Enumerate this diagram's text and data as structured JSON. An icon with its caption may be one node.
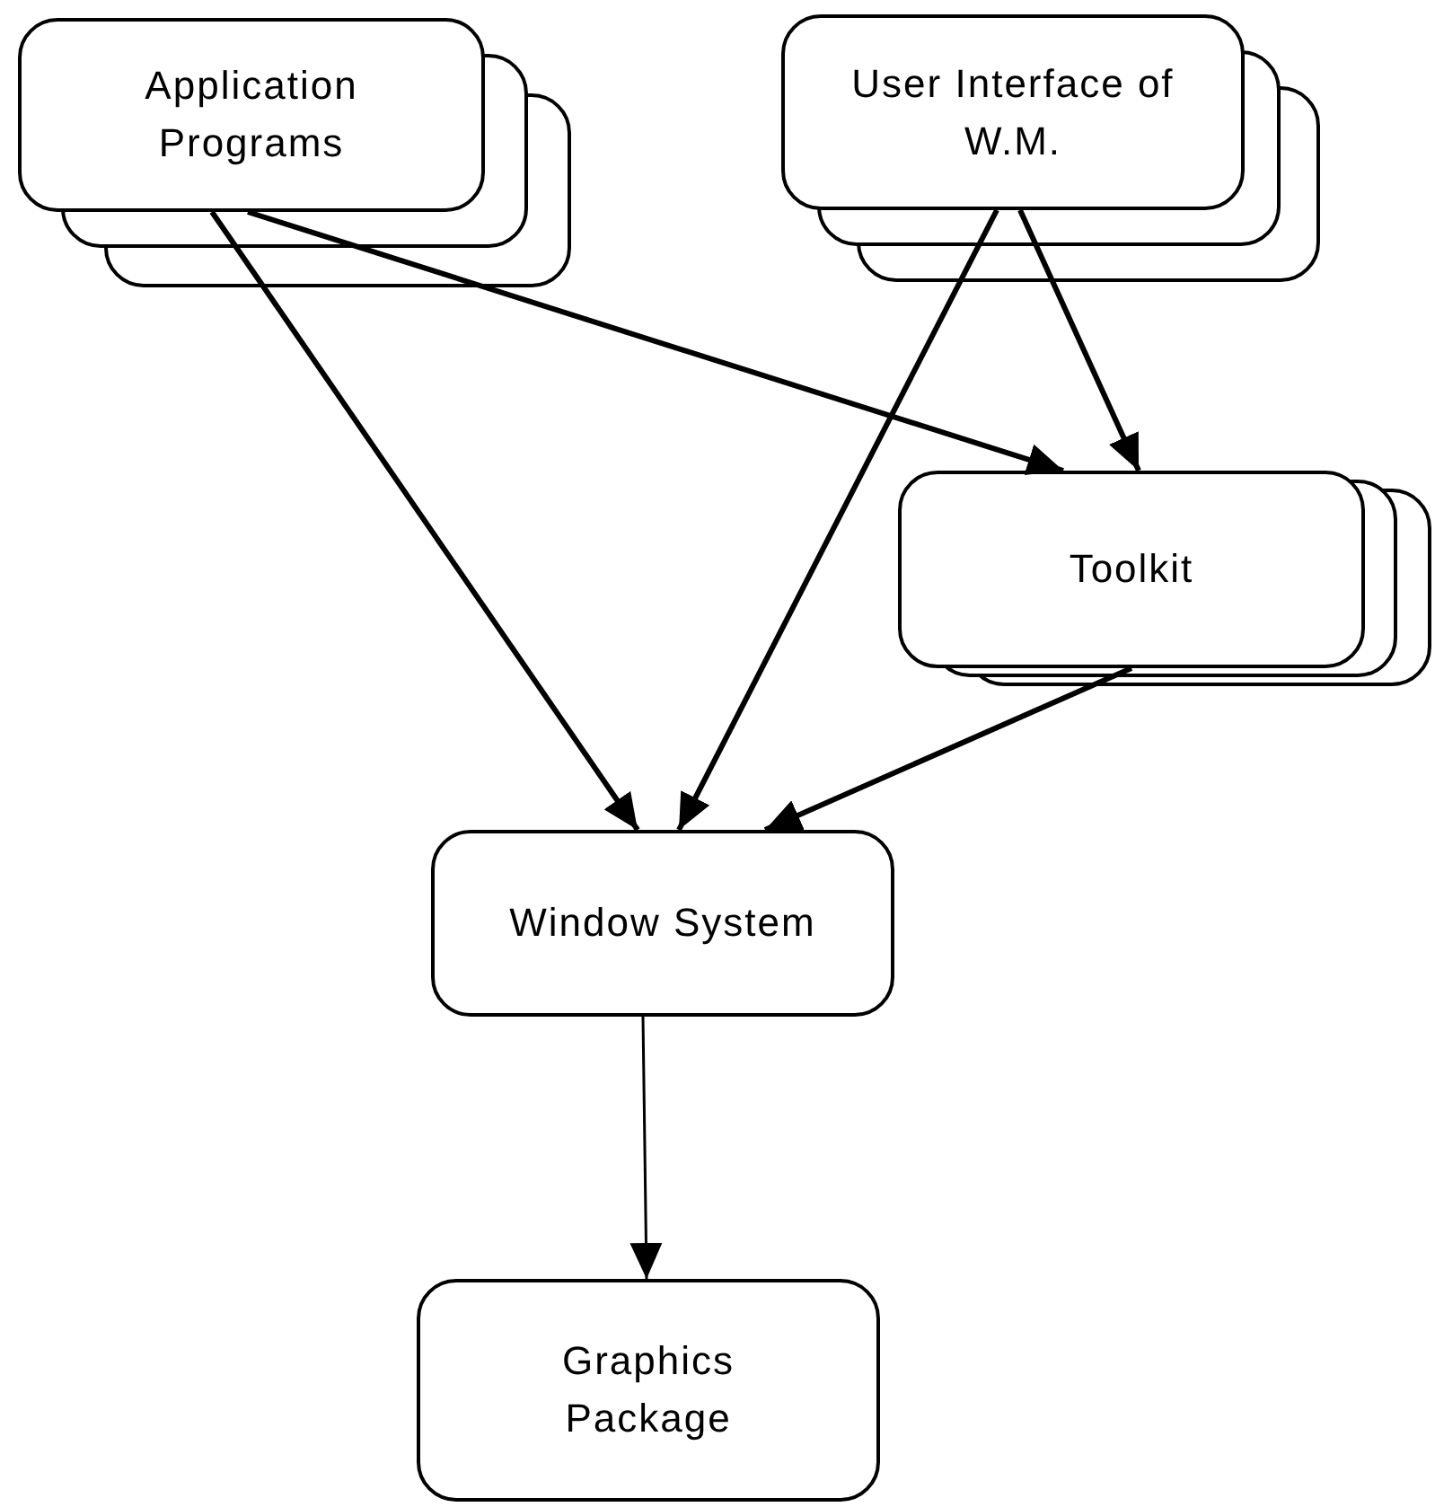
{
  "diagram": {
    "nodes": [
      {
        "text": [
          "Application Programs"
        ]
      },
      {
        "text": [
          "User Interface of W.M."
        ]
      },
      {
        "text": [
          "Toolkit"
        ]
      },
      {
        "text": [
          "Window System"
        ]
      },
      {
        "text": [
          "Graphics Package"
        ]
      }
    ],
    "edges": [
      {
        "from": 0,
        "to": 3,
        "arrow": "to"
      },
      {
        "from": 0,
        "to": 2,
        "arrow": "to"
      },
      {
        "from": 1,
        "to": 3,
        "arrow": "to"
      },
      {
        "from": 1,
        "to": 2,
        "arrow": "to"
      },
      {
        "from": 2,
        "to": 3,
        "arrow": "to"
      },
      {
        "from": 3,
        "to": 4,
        "arrow": "to"
      }
    ]
  }
}
